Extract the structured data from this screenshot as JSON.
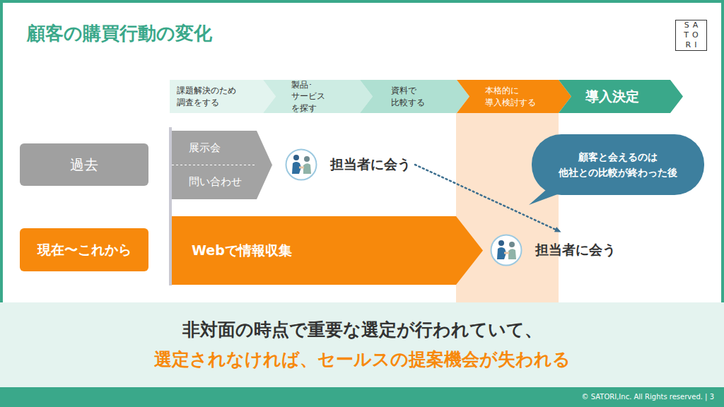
{
  "diagram": {
    "title": "顧客の購買行動の変化",
    "nodes": [
      {
        "text": [
          "SA TO RI"
        ]
      },
      {
        "text": [
          "課題解決のため 調査をする"
        ]
      },
      {
        "text": [
          "製品･サービス を探す"
        ]
      },
      {
        "text": [
          "資料で 比較する"
        ]
      },
      {
        "text": [
          "本格的に 導入検討する"
        ]
      },
      {
        "text": [
          "導入決定"
        ]
      },
      {
        "text": [
          "過去"
        ]
      },
      {
        "text": [
          "展示会",
          "問い合わせ"
        ]
      },
      {
        "text": [
          "担当者に会う"
        ]
      },
      {
        "text": [
          "顧客と会えるのは 他社との比較が終わった後"
        ]
      },
      {
        "text": [
          "現在〜これから"
        ]
      },
      {
        "text": [
          "Webで情報収集"
        ]
      },
      {
        "text": [
          "担当者に会う"
        ]
      },
      {
        "text": [
          "非対面の時点で重要な選定が行われていて、",
          "選定されなければ、セールスの提案機会が失われる"
        ]
      }
    ],
    "edges": [
      {
        "from": 8,
        "to": 12,
        "arrow": "to"
      }
    ],
    "labels": [
      "© SATORI,Inc. All Rights reserved. | 3"
    ]
  }
}
